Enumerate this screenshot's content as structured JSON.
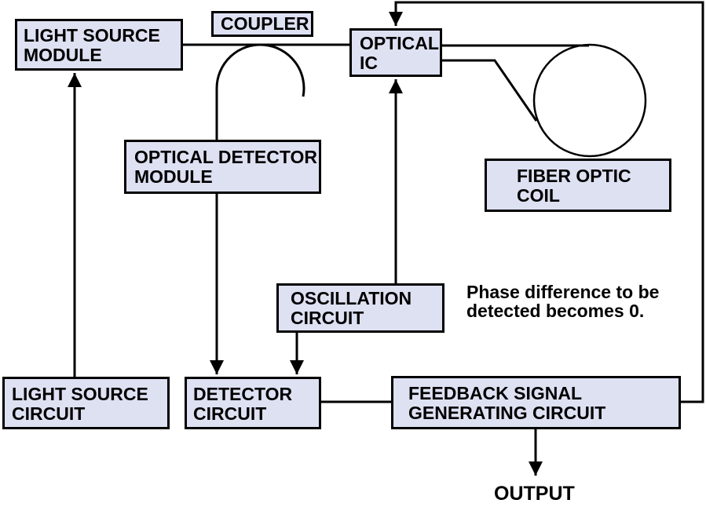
{
  "diagram": {
    "boxes": {
      "light_source_module": {
        "label": "LIGHT SOURCE\nMODULE"
      },
      "coupler": {
        "label": "COUPLER"
      },
      "optical_ic": {
        "label": "OPTICAL\nIC"
      },
      "optical_detector_module": {
        "label": "OPTICAL DETECTOR\nMODULE"
      },
      "fiber_optic_coil": {
        "label": "FIBER OPTIC\nCOIL"
      },
      "oscillation_circuit": {
        "label": "OSCILLATION\nCIRCUIT"
      },
      "light_source_circuit": {
        "label": "LIGHT SOURCE\nCIRCUIT"
      },
      "detector_circuit": {
        "label": "DETECTOR\nCIRCUIT"
      },
      "feedback_signal_generating_circuit": {
        "label": "FEEDBACK SIGNAL\nGENERATING CIRCUIT"
      }
    },
    "annotations": {
      "phase_note": "Phase difference to be\ndetected becomes 0.",
      "output_label": "OUTPUT"
    },
    "colors": {
      "box_fill": "#dee1f2",
      "box_border": "#000000",
      "connector": "#000000",
      "background": "#ffffff",
      "text": "#000000"
    }
  }
}
